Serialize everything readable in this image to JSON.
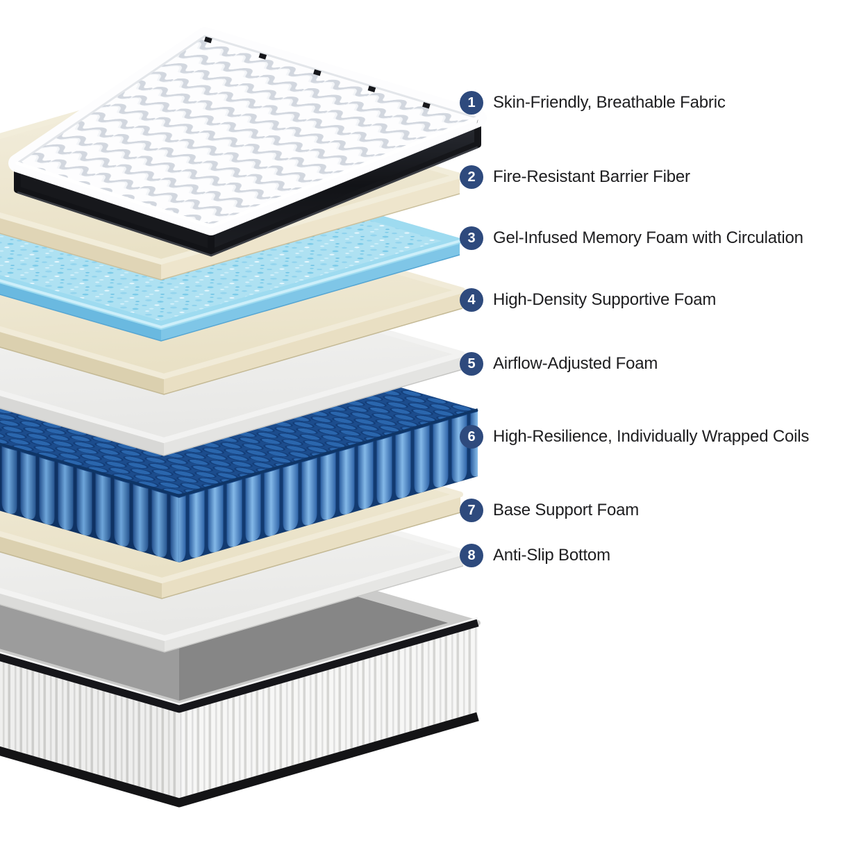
{
  "colors": {
    "badge_navy": "#2e4a7d",
    "label_text": "#1e1e20",
    "gel_blue": "#aee1f2",
    "foam_cream": "#f1ebd8",
    "coil_blue": "#3f76b5",
    "base_gray": "#8b8b8b",
    "quilt_white": "#fdfdfe",
    "band_black": "#17181c"
  },
  "callouts": [
    {
      "number": "1",
      "text": "Skin-Friendly, Breathable Fabric",
      "layer": "quilted-fabric-top"
    },
    {
      "number": "2",
      "text": "Fire-Resistant Barrier Fiber",
      "layer": "fire-barrier-fiber"
    },
    {
      "number": "3",
      "text": "Gel-Infused Memory Foam with Circulation",
      "layer": "gel-memory-foam"
    },
    {
      "number": "4",
      "text": "High-Density Supportive Foam",
      "layer": "high-density-foam"
    },
    {
      "number": "5",
      "text": "Airflow-Adjusted Foam",
      "layer": "airflow-foam"
    },
    {
      "number": "6",
      "text": "High-Resilience, Individually Wrapped Coils",
      "layer": "pocket-coils"
    },
    {
      "number": "7",
      "text": "Base Support Foam",
      "layer": "base-support-foam"
    },
    {
      "number": "8",
      "text": "Anti-Slip Bottom",
      "layer": "anti-slip-bottom"
    }
  ]
}
